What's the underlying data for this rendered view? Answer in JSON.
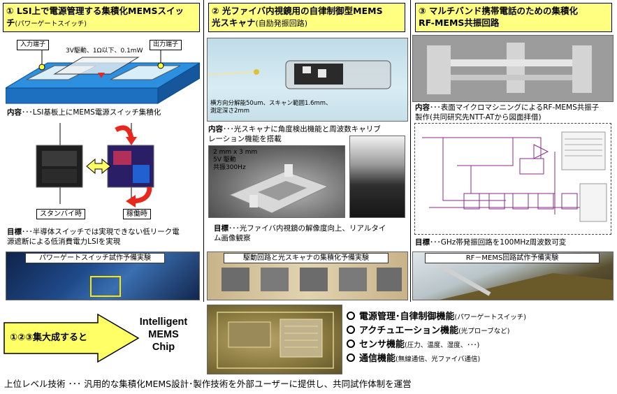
{
  "col1": {
    "title_main": "① LSI上で電源管理する集積化MEMSスイッ",
    "title_main2": "チ",
    "title_sub": "(パワーゲートスイッチ)",
    "label_input": "入力端子",
    "label_output": "出力端子",
    "spec": "3V駆動、1Ω以下、0.1mW",
    "content_label": "内容",
    "content_text": "･･･LSI基板上にMEMS電源スイッチ集積化",
    "standby": "スタンバイ時",
    "active": "稼働時",
    "goal_label": "目標",
    "goal_text1": "･･･半導体スイッチでは実現できない低リーク電",
    "goal_text2": "源遮断による低消費電力LSIを実現",
    "photo_caption": "パワーゲートスイッチ試作予備実験"
  },
  "col2": {
    "title_line1": "② 光ファイバ内視鏡用の自律制御型MEMS",
    "title_line2_main": "光スキャナ",
    "title_line2_sub": "(自励発振回路)",
    "photo_caption1": "横方向分解能50um、スキャン範囲1.6mm、",
    "photo_caption2": "測定深さ2mm",
    "content_label": "内容",
    "content_text1": "･･･光スキャナに角度検出機能と周波数キャリブ",
    "content_text2": "レーション機能を搭載",
    "sem_line1": "2 mm x 3 mm",
    "sem_line2": "5V 駆動",
    "sem_line3": "共振300Hz",
    "goal_label": "目標",
    "goal_text1": "･･･光ファイバ内視鏡の解像度向上、リアルタイ",
    "goal_text2": "ム画像観察",
    "photo_caption": "駆動回路と光スキャナの集積化予備実験"
  },
  "col3": {
    "title_line1": "③ マルチバンド携帯電話のための集積化",
    "title_line2": "RF-MEMS共振回路",
    "content_label": "内容",
    "content_text1": "･･･表面マイクロマシニングによるRF-MEMS共振子",
    "content_text2": "製作(共同研究先NTT-ATから図面拝借)",
    "goal_label": "目標",
    "goal_text": "･･･GHz帯発振回路を100MHz周波数可変",
    "photo_caption": "RF－MEMS回路試作予備実験"
  },
  "bottom": {
    "arrow_text": "①②③集大成すると",
    "chip_line1": "Intelligent",
    "chip_line2": "MEMS",
    "chip_line3": "Chip",
    "features": [
      {
        "main": "電源管理･自律制御機能",
        "sub": "(パワーゲートスイッチ)"
      },
      {
        "main": "アクチュエーション機能",
        "sub": "(光プローブなど)"
      },
      {
        "main": "センサ機能",
        "sub": "(圧力、温度、湿度、･･･)"
      },
      {
        "main": "通信機能",
        "sub": "(無線通信、光ファイバ通信)"
      }
    ],
    "footer": "上位レベル技術 ･･･ 汎用的な集積化MEMS設計･製作技術を外部ユーザーに提供し、共同試作体制を運営"
  },
  "colors": {
    "title_bg": "#ffff80",
    "arrow": "#ffff66",
    "red_arrow": "#e8281e"
  }
}
